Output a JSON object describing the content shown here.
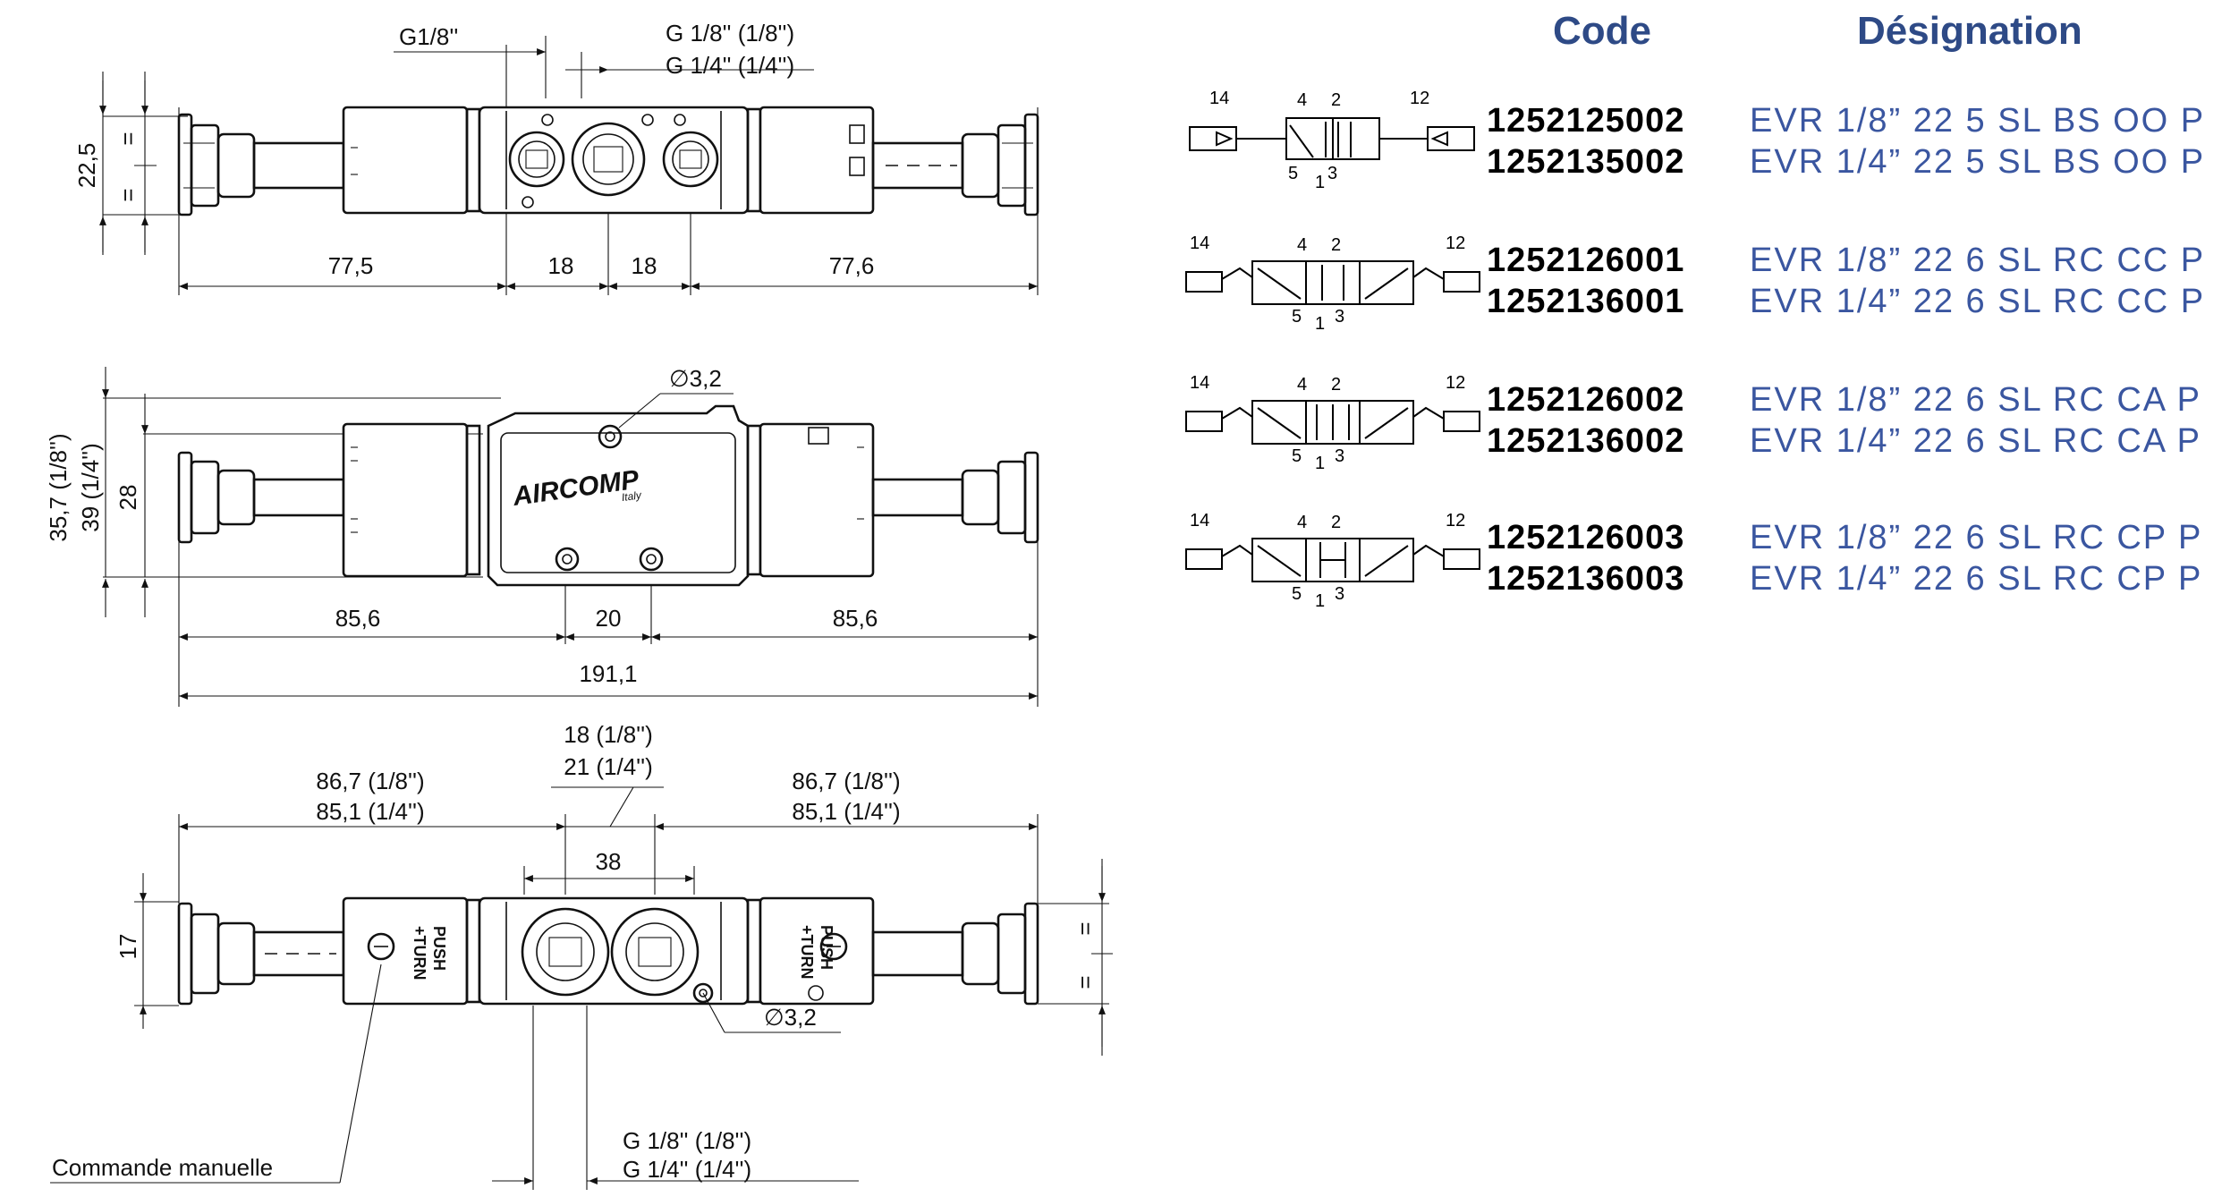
{
  "drawing": {
    "top_view": {
      "port_label_left": "G1/8''",
      "port_label_right_1": "G 1/8'' (1/8'')",
      "port_label_right_2": "G 1/4'' (1/4'')",
      "height_dim": "22,5",
      "equal_mark": "=",
      "dim_left": "77,5",
      "dim_mid_1": "18",
      "dim_mid_2": "18",
      "dim_right": "77,6"
    },
    "front_view": {
      "hole_dim": "∅3,2",
      "height_dim_1": "35,7 (1/8'')",
      "height_dim_2": "39 (1/4'')",
      "height_dim_3": "28",
      "dim_left": "85,6",
      "dim_mid": "20",
      "dim_right": "85,6",
      "dim_total": "191,1"
    },
    "bottom_view": {
      "left_dim_1": "86,7 (1/8'')",
      "left_dim_2": "85,1 (1/4'')",
      "mid_dim_1": "18 (1/8'')",
      "mid_dim_2": "21 (1/4'')",
      "right_dim_1": "86,7 (1/8'')",
      "right_dim_2": "85,1 (1/4'')",
      "port_spacing": "38",
      "height_dim": "17",
      "equal_mark": "=",
      "push_turn_1": "PUSH",
      "push_turn_2": "+TURN",
      "hole_dim": "∅3,2",
      "port_label_1": "G 1/8'' (1/8'')",
      "port_label_2": "G 1/4'' (1/4'')",
      "manual_command": "Commande manuelle"
    }
  },
  "table": {
    "header_code": "Code",
    "header_designation": "Désignation",
    "port_labels": {
      "p14": "14",
      "p12": "12",
      "p4": "4",
      "p2": "2",
      "p5": "5",
      "p1": "1",
      "p3": "3"
    },
    "rows": [
      {
        "code_1": "1252125002",
        "designation_1": "EVR 1/8” 22 5 SL BS OO P",
        "code_2": "1252135002",
        "designation_2": "EVR 1/4” 22 5 SL BS OO P"
      },
      {
        "code_1": "1252126001",
        "designation_1": "EVR 1/8” 22 6 SL RC CC P",
        "code_2": "1252136001",
        "designation_2": "EVR 1/4” 22 6 SL RC CC P"
      },
      {
        "code_1": "1252126002",
        "designation_1": "EVR 1/8” 22 6 SL RC CA P",
        "code_2": "1252136002",
        "designation_2": "EVR 1/4” 22 6 SL RC CA P"
      },
      {
        "code_1": "1252126003",
        "designation_1": "EVR 1/8” 22 6 SL RC CP P",
        "code_2": "1252136003",
        "designation_2": "EVR 1/4” 22 6 SL RC CP P"
      }
    ]
  },
  "colors": {
    "header": "#2e4a86",
    "designation": "#3a56a0",
    "code": "#000000",
    "line": "#111111"
  }
}
